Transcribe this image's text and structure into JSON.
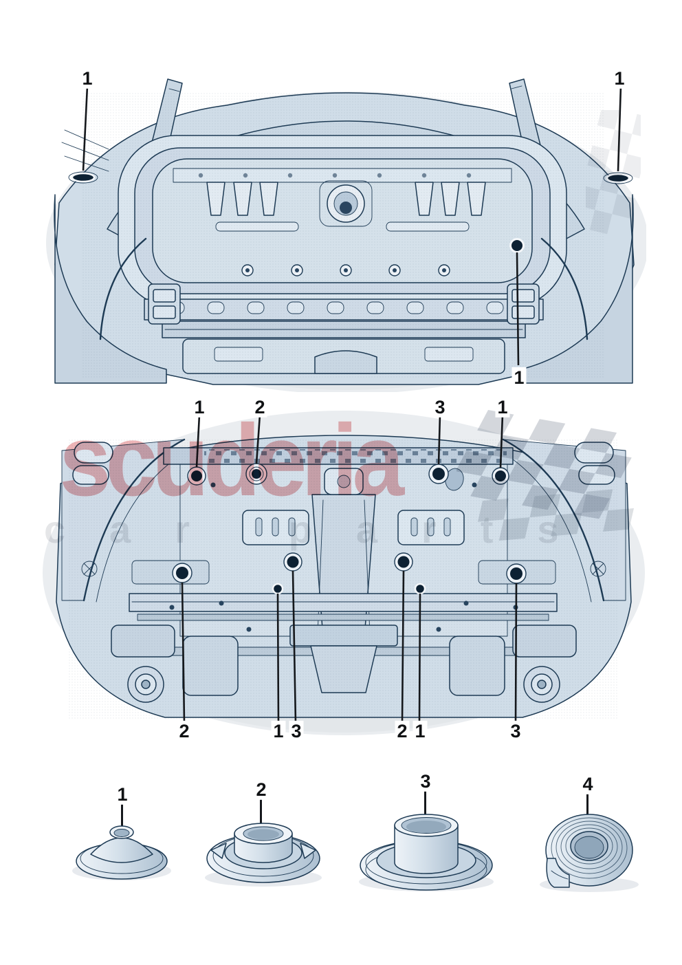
{
  "artwork": {
    "type": "vehicle-body-plugs-parts-diagram",
    "views": {
      "top": {
        "name": "rear-body-panel-view",
        "callouts": [
          {
            "label": "1"
          },
          {
            "label": "1"
          },
          {
            "label": "1"
          }
        ]
      },
      "bottom": {
        "name": "rear-underbody-view",
        "callouts_top": [
          {
            "label": "1"
          },
          {
            "label": "2"
          },
          {
            "label": "3"
          },
          {
            "label": "1"
          }
        ],
        "callouts_bottom": [
          {
            "label": "2"
          },
          {
            "label": "1"
          },
          {
            "label": "3"
          },
          {
            "label": "2"
          },
          {
            "label": "1"
          },
          {
            "label": "3"
          }
        ]
      }
    },
    "parts": [
      {
        "label": "1",
        "name": "cover-cap-dome-plug"
      },
      {
        "label": "2",
        "name": "sealing-plug-with-tabs"
      },
      {
        "label": "3",
        "name": "sealing-plug-tall-flanged"
      },
      {
        "label": "4",
        "name": "sealing-tape-roll"
      }
    ]
  },
  "watermark": {
    "primary": "scuderia",
    "secondary": "car parts",
    "primary_color": "#d44e54",
    "secondary_color": "#7d848e"
  },
  "colors": {
    "background": "#ffffff",
    "line": "#1d3a54",
    "fill_main": "#d5e1ea",
    "fill_mid": "#c9d7e3",
    "fill_dark": "#bccbd9",
    "shadow": "#eaedf0",
    "plug": "#0d2133",
    "callout_text": "#101214"
  }
}
